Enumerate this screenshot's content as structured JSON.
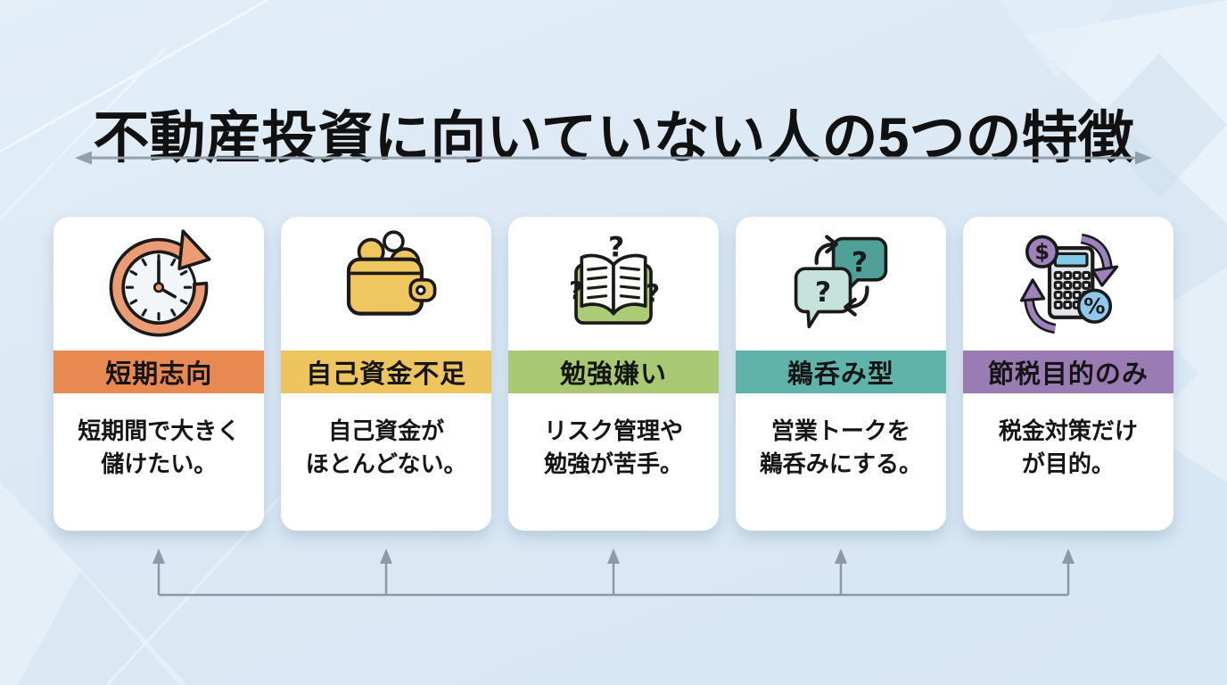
{
  "title": "不動産投資に向いていない人の5つの特徴",
  "cards": [
    {
      "label": "短期志向",
      "line1": "短期間で大きく",
      "line2": "儲けたい。",
      "color": "#E88952",
      "icon": "clock-history-icon"
    },
    {
      "label": "自己資金不足",
      "line1": "自己資金が",
      "line2": "ほとんどない。",
      "color": "#EEC45F",
      "icon": "wallet-coins-icon"
    },
    {
      "label": "勉強嫌い",
      "line1": "リスク管理や",
      "line2": "勉強が苦手。",
      "color": "#A9C873",
      "icon": "open-book-question-icon"
    },
    {
      "label": "鵜呑み型",
      "line1": "営業トークを",
      "line2": "鵜呑みにする。",
      "color": "#5FB3AB",
      "icon": "speech-bubbles-swap-icon"
    },
    {
      "label": "節税目的のみ",
      "line1": "税金対策だけ",
      "line2": "が目的。",
      "color": "#9A7BB4",
      "icon": "calculator-tax-icon"
    }
  ],
  "icon_glyphs": {
    "question": "?",
    "dollar": "$",
    "percent": "%"
  },
  "colors": {
    "background": "#DBE9F5",
    "card": "#FFFFFF",
    "connector_arrow": "#8C99A6",
    "title_text": "#111111",
    "clock_orange": "#EC9C74",
    "wallet_yellow": "#F0C75E",
    "book_green": "#ABCB77",
    "bubble_dark_teal": "#4FA099",
    "bubble_light_teal": "#C5E2DD",
    "coin_purple": "#9E82BC",
    "coin_blue": "#8FC8EC"
  }
}
